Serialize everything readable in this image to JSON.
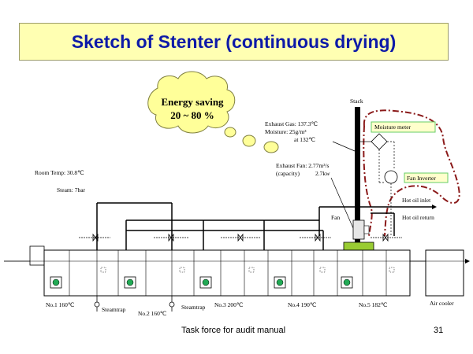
{
  "title": "Sketch of Stenter (continuous drying)",
  "cloud": {
    "line1": "Energy saving",
    "line2": "20 ~ 80 %"
  },
  "labels": {
    "stack": "Stack",
    "moisture_meter": "Moisture meter",
    "fan_inverter": "Fan Inverter",
    "exhaust_gas": "Exhaust Gas: 137.3℃",
    "moisture": "Moisture: 25g/m³",
    "moisture_at": "at  132℃",
    "exhaust_fan": "Exhaust Fan: 2.77m³/s",
    "capacity": "(capacity)",
    "capacity_kw": "2.7kw",
    "room_temp": "Room Temp: 30.8℃",
    "steam": "Steam: 7bar",
    "hot_oil_inlet": "Hot oil inlet",
    "hot_oil_return": "Hot oil return",
    "fan": "Fan",
    "air_cooler": "Air cooler",
    "steamtrap1": "Steamtrap",
    "steamtrap2": "Steamtrap"
  },
  "zones": [
    {
      "label": "No.1 160℃"
    },
    {
      "label": "No.2 160℃"
    },
    {
      "label": "No.3 200℃"
    },
    {
      "label": "No.4 190℃"
    },
    {
      "label": "No.5 182℃"
    }
  ],
  "colors": {
    "title_text": "#0d1aa8",
    "title_bg": "#ffffb2",
    "cloud": "#ffff99",
    "accent_dash": "#8b1a1a",
    "fan_green": "#99cc33",
    "label_box": "#ffffcc",
    "label_border": "#66cc66"
  },
  "footer": {
    "text": "Task force for audit manual",
    "page": "31"
  }
}
